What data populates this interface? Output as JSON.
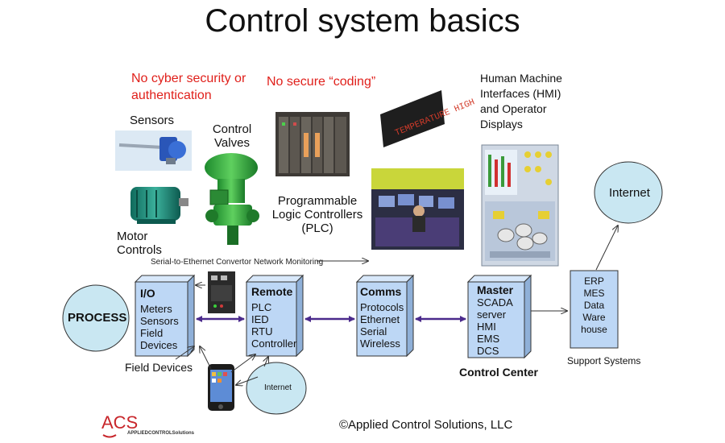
{
  "title": "Control system basics",
  "warnings": {
    "auth": [
      "No cyber security or",
      "authentication"
    ],
    "coding": "No secure “coding”"
  },
  "labels": {
    "sensors": "Sensors",
    "control_valves": [
      "Control",
      "Valves"
    ],
    "motor_controls": [
      "Motor",
      "Controls"
    ],
    "plc": [
      "Programmable",
      "Logic Controllers",
      "(PLC)"
    ],
    "hmi": [
      "Human Machine",
      "Interfaces (HMI)",
      "and Operator",
      "Displays"
    ],
    "serial_ethernet": "Serial-to-Ethernet Convertor",
    "network_monitoring": "Network Monitoring",
    "field_devices": "Field Devices",
    "control_center": "Control Center",
    "support_systems": "Support Systems",
    "internet_small": "Internet",
    "internet_big": "Internet",
    "process": "PROCESS",
    "copyright": "©Applied Control Solutions, LLC",
    "logo_mark": "ACS",
    "logo_text": "APPLIEDCONTROLSolutions"
  },
  "boxes": {
    "io": {
      "title": "I/O",
      "items": [
        "Meters",
        "Sensors",
        "Field",
        "Devices"
      ]
    },
    "remote": {
      "title": "Remote",
      "items": [
        "PLC",
        "IED",
        "RTU",
        "Controller"
      ]
    },
    "comms": {
      "title": "Comms",
      "items": [
        "Protocols",
        "Ethernet",
        "Serial",
        "Wireless"
      ]
    },
    "master": {
      "title": "Master",
      "items": [
        "SCADA",
        "server",
        "HMI",
        "EMS",
        "DCS"
      ]
    },
    "support": {
      "items": [
        "ERP",
        "MES",
        "Data",
        "Ware",
        "house"
      ]
    }
  },
  "display_text": "TEMPERATURE HIGH",
  "colors": {
    "box_front": "#bdd7f5",
    "box_side": "#8fb0d8",
    "box_top": "#d8e8fa",
    "arrow_purple": "#4b2a8c",
    "warning_red": "#e0201b",
    "circle_fill": "#c9e7f2"
  }
}
